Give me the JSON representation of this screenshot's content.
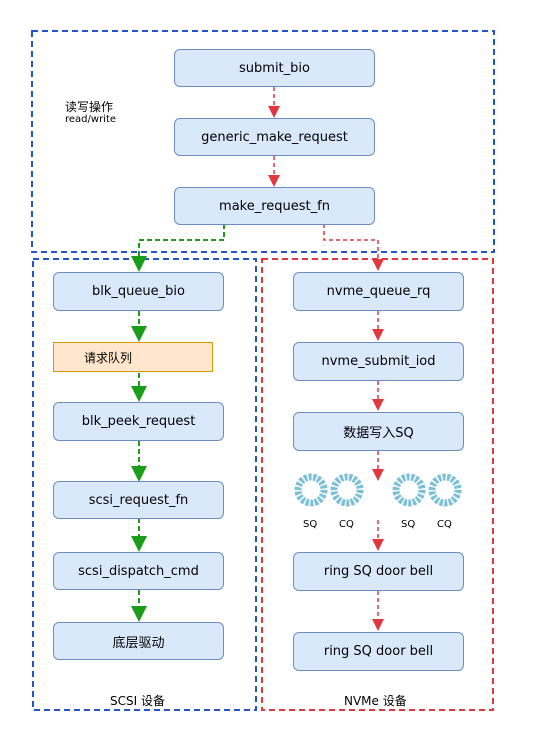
{
  "regions": {
    "top_label": "读写操作",
    "top_sublabel": "read/write",
    "scsi_label": "SCSI 设备",
    "nvme_label": "NVMe 设备"
  },
  "boxes": {
    "submit_bio": "submit_bio",
    "generic_make_request": "generic_make_request",
    "make_request_fn": "make_request_fn",
    "blk_queue_bio": "blk_queue_bio",
    "request_queue": "请求队列",
    "blk_peek_request": "blk_peek_request",
    "scsi_request_fn": "scsi_request_fn",
    "scsi_dispatch_cmd": "scsi_dispatch_cmd",
    "low_level_driver": "底层驱动",
    "nvme_queue_rq": "nvme_queue_rq",
    "nvme_submit_iod": "nvme_submit_iod",
    "write_sq": "数据写入SQ",
    "ring_sq_door_bell_1": "ring SQ door bell",
    "ring_sq_door_bell_2": "ring SQ door bell"
  },
  "rings": {
    "sq_1": "SQ",
    "cq_1": "CQ",
    "sq_2": "SQ",
    "cq_2": "CQ"
  },
  "colors": {
    "box_fill": "#dae8fc",
    "box_stroke": "#6c8ebf",
    "queue_fill": "#ffe6cc",
    "queue_stroke": "#d79b00",
    "blue_dash": "#2255cc",
    "red_dash": "#e0383e",
    "green_arrow": "#1a9e1a",
    "ring_blue": "#7ac0d9"
  }
}
